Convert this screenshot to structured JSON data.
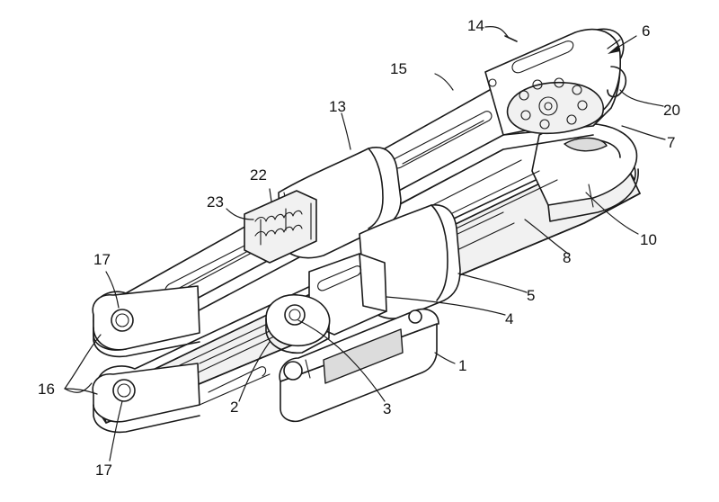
{
  "figure": {
    "ref_numerals": {
      "n1": "1",
      "n2": "2",
      "n3": "3",
      "n4": "4",
      "n5": "5",
      "n6": "6",
      "n7": "7",
      "n8": "8",
      "n10": "10",
      "n13": "13",
      "n14": "14",
      "n15": "15",
      "n16": "16",
      "n17_top": "17",
      "n17_bottom": "17",
      "n20": "20",
      "n22": "22",
      "n23": "23"
    }
  }
}
